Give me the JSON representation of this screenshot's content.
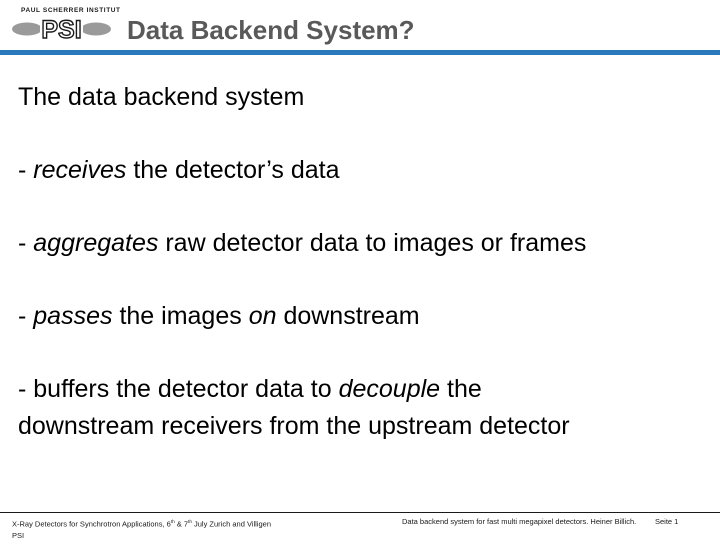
{
  "slide": {
    "logo": {
      "institute_line": "PAUL SCHERRER INSTITUT",
      "acronym": "PSI"
    },
    "title": "Data Backend System?",
    "colors": {
      "accent_blue": "#2a79bd",
      "title_gray": "#595959",
      "logo_lens_gray": "#9a9a9a"
    },
    "body_lines": [
      [
        {
          "t": "The data backend system"
        }
      ],
      [
        {
          "t": "- "
        },
        {
          "t": "receives",
          "i": true
        },
        {
          "t": " the detector’s data"
        }
      ],
      [
        {
          "t": "- "
        },
        {
          "t": "aggregates",
          "i": true
        },
        {
          "t": " raw detector data to images or frames"
        }
      ],
      [
        {
          "t": "- "
        },
        {
          "t": "passes",
          "i": true
        },
        {
          "t": " the images "
        },
        {
          "t": "on",
          "i": true
        },
        {
          "t": " downstream"
        }
      ],
      [
        {
          "t": "- buffers the detector data to "
        },
        {
          "t": "decouple",
          "i": true
        },
        {
          "t": " the"
        }
      ],
      [
        {
          "t": "downstream receivers from the upstream detector"
        }
      ]
    ],
    "footer": {
      "left_line1": [
        {
          "t": "X-Ray Detectors for Synchrotron Applications, 6"
        },
        {
          "t": "th",
          "sup": true
        },
        {
          "t": " & 7"
        },
        {
          "t": "th",
          "sup": true
        },
        {
          "t": " July Zurich and Villigen"
        }
      ],
      "left_line2": "PSI",
      "center": "Data backend system for fast multi megapixel detectors. Heiner Billich.",
      "page_label": "Seite 1"
    }
  }
}
